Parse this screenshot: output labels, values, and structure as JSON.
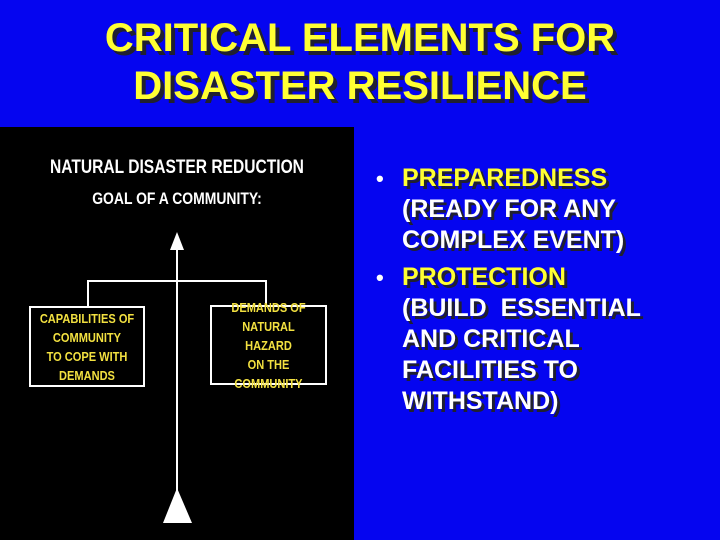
{
  "title": {
    "line1": "CRITICAL ELEMENTS FOR",
    "line2": "DISASTER RESILIENCE"
  },
  "diagram": {
    "heading1": "NATURAL DISASTER REDUCTION",
    "heading2": "GOAL OF A COMMUNITY:",
    "left_box": [
      "CAPABILITIES OF",
      "COMMUNITY",
      "TO COPE WITH",
      "DEMANDS"
    ],
    "right_box": [
      "DEMANDS OF",
      "NATURAL HAZARD",
      "ON THE",
      "COMMUNITY"
    ]
  },
  "bullets": [
    {
      "label": "PREPAREDNESS",
      "detail": [
        "(READY FOR ANY",
        "COMPLEX EVENT)"
      ]
    },
    {
      "label": "PROTECTION",
      "detail": [
        "(BUILD  ESSENTIAL",
        "AND CRITICAL",
        "FACILITIES TO",
        "WITHSTAND)"
      ]
    }
  ]
}
